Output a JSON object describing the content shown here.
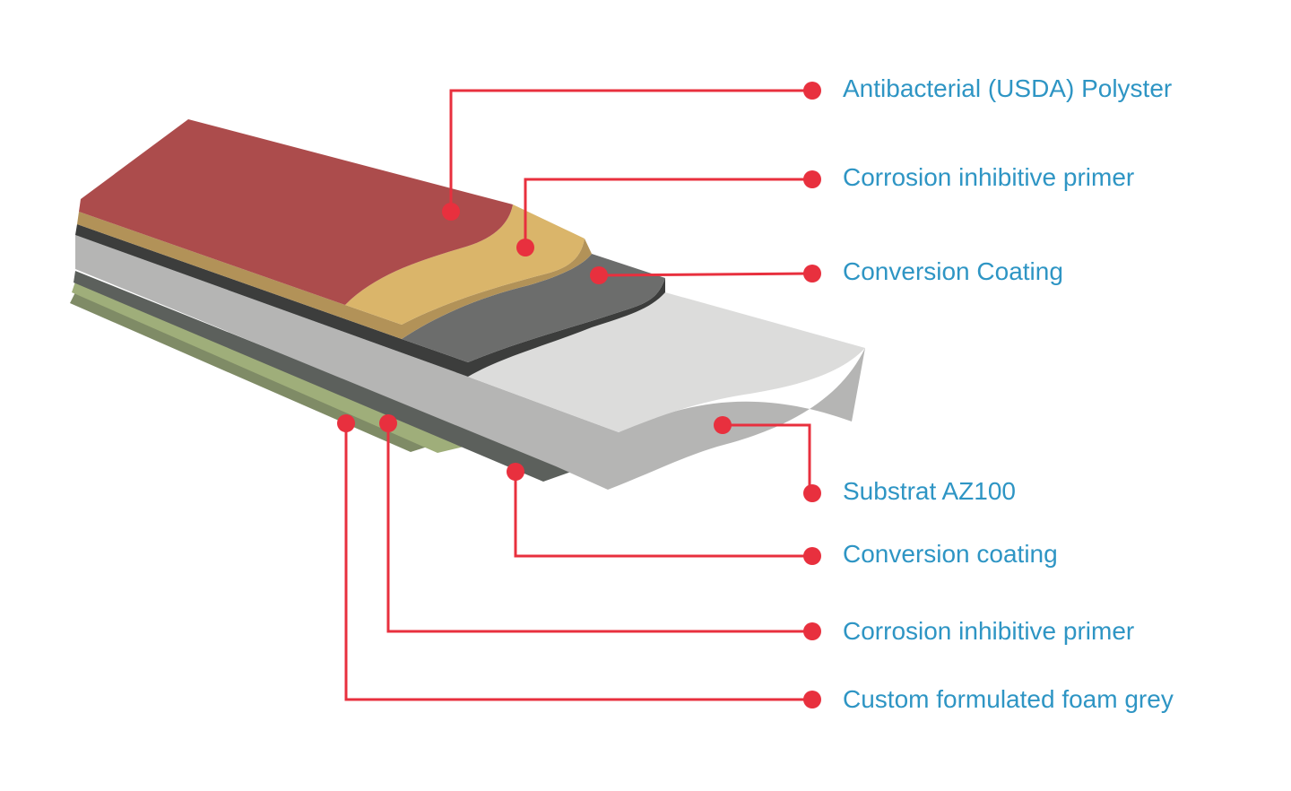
{
  "colors": {
    "label": "#2e95c4",
    "callout": "#e8303e",
    "polyester_top": "#ac4c4c",
    "polyester_edge": "#ac4c4c",
    "primer_top": "#dab56a",
    "primer_edge": "#b29258",
    "conversion_top": "#6c6d6c",
    "conversion_edge": "#3c3d3c",
    "substrate_top": "#dcdcdb",
    "substrate_edge": "#b5b5b4",
    "bottom_conversion": "#5c605c",
    "bottom_primer": "#9fae7a",
    "foam": "#7f8b66"
  },
  "layers": [
    {
      "key": "polyester",
      "label": "Antibacterial (USDA) Polyster",
      "side": "top"
    },
    {
      "key": "primer-top",
      "label": "Corrosion inhibitive primer",
      "side": "top"
    },
    {
      "key": "conversion-top",
      "label": "Conversion Coating",
      "side": "top"
    },
    {
      "key": "substrate",
      "label": "Substrat AZ100",
      "side": "core"
    },
    {
      "key": "conversion-bottom",
      "label": "Conversion coating",
      "side": "bottom"
    },
    {
      "key": "primer-bottom",
      "label": "Corrosion inhibitive primer",
      "side": "bottom"
    },
    {
      "key": "foam",
      "label": "Custom formulated foam grey",
      "side": "bottom"
    }
  ]
}
